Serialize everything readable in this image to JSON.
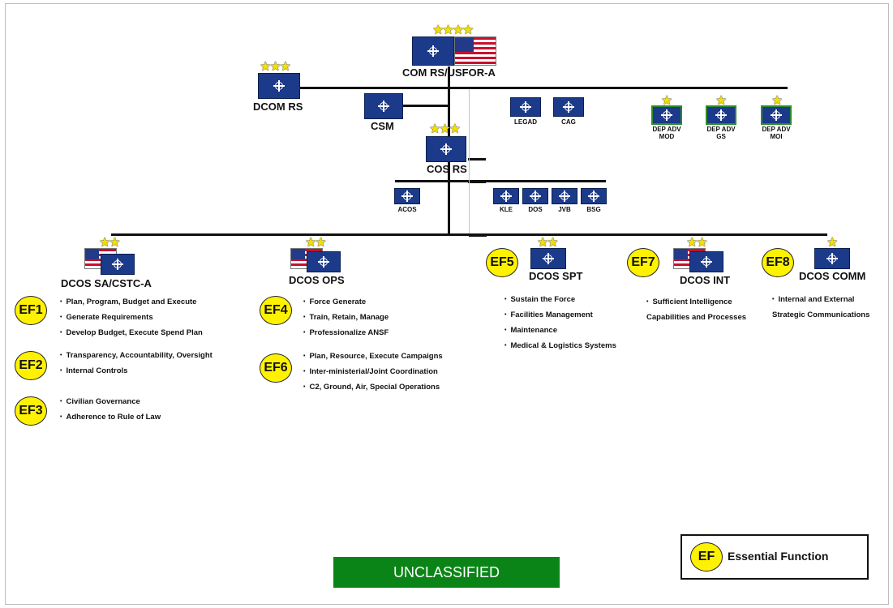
{
  "top": {
    "label": "COM RS/USFOR-A",
    "stars": "★★★★"
  },
  "dcom": {
    "label": "DCOM RS",
    "stars": "★★★"
  },
  "csm": {
    "label": "CSM"
  },
  "cos": {
    "label": "COS RS",
    "stars": "★★★"
  },
  "staff_top": [
    "LEGAD",
    "CAG"
  ],
  "dep_advs": [
    {
      "line1": "DEP ADV",
      "line2": "MOD",
      "stars": "★"
    },
    {
      "line1": "DEP ADV",
      "line2": "GS",
      "stars": "★"
    },
    {
      "line1": "DEP ADV",
      "line2": "MOI",
      "stars": "★"
    }
  ],
  "acos": "ACOS",
  "staff_row": [
    "KLE",
    "DOS",
    "JVB",
    "BSG"
  ],
  "dcos": [
    {
      "label": "DCOS SA/CSTC-A",
      "stars": "★★"
    },
    {
      "label": "DCOS OPS",
      "stars": "★★"
    },
    {
      "label": "DCOS SPT",
      "stars": "★★"
    },
    {
      "label": "DCOS INT",
      "stars": "★★"
    },
    {
      "label": "DCOS COMM",
      "stars": "★"
    }
  ],
  "ef": {
    "ef1": {
      "tag": "EF1",
      "items": [
        "Plan, Program, Budget and Execute",
        "Generate Requirements",
        "Develop Budget, Execute Spend Plan"
      ]
    },
    "ef2": {
      "tag": "EF2",
      "items": [
        "Transparency, Accountability, Oversight",
        "Internal Controls"
      ]
    },
    "ef3": {
      "tag": "EF3",
      "items": [
        "Civilian Governance",
        "Adherence to Rule of Law"
      ]
    },
    "ef4": {
      "tag": "EF4",
      "items": [
        "Force Generate",
        "Train, Retain, Manage",
        "Professionalize ANSF"
      ]
    },
    "ef6": {
      "tag": "EF6",
      "items": [
        "Plan, Resource, Execute Campaigns",
        "Inter-ministerial/Joint Coordination",
        "C2, Ground, Air, Special Operations"
      ]
    },
    "ef5": {
      "tag": "EF5",
      "items": [
        "Sustain the Force",
        "Facilities Management",
        "Maintenance",
        "Medical & Logistics Systems"
      ]
    },
    "ef7": {
      "tag": "EF7",
      "items": [
        "Sufficient Intelligence",
        "Capabilities and Processes"
      ]
    },
    "ef8": {
      "tag": "EF8",
      "items": [
        "Internal and External",
        "Strategic Communications"
      ]
    }
  },
  "classification": "UNCLASSIFIED",
  "legend": {
    "tag": "EF",
    "text": "Essential Function"
  }
}
